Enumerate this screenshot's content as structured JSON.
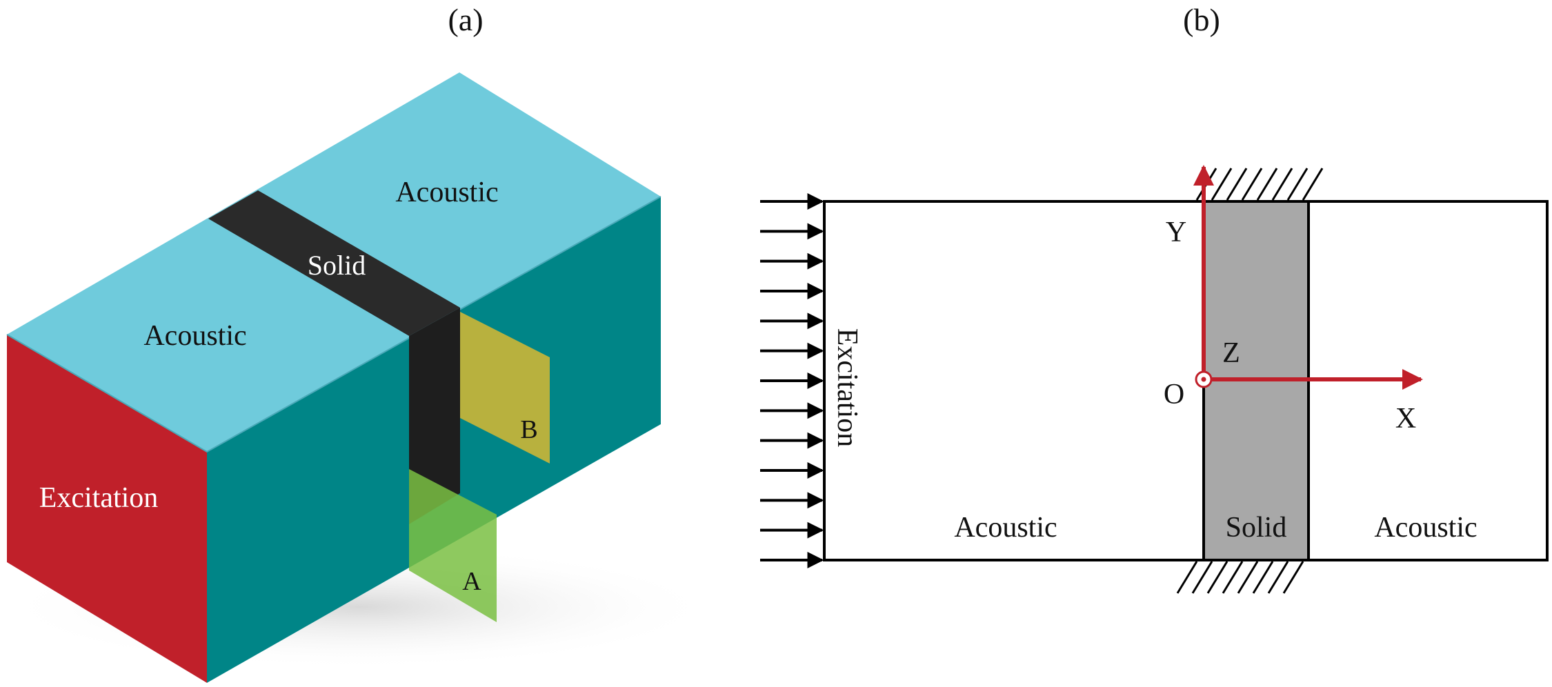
{
  "panel_a": {
    "label": "(a)",
    "acoustic_top_right": "Acoustic",
    "acoustic_top_left": "Acoustic",
    "solid": "Solid",
    "excitation": "Excitation",
    "plane_a": "A",
    "plane_b": "B"
  },
  "panel_b": {
    "label": "(b)",
    "excitation": "Excitation",
    "acoustic_left": "Acoustic",
    "solid": "Solid",
    "acoustic_right": "Acoustic",
    "axis_x": "X",
    "axis_y": "Y",
    "axis_z": "Z",
    "origin": "O"
  },
  "colors": {
    "acoustic_top": "#6fcbdc",
    "acoustic_side": "#008587",
    "excitation_face": "#c0202a",
    "solid_strip": "#2a2a2a",
    "plane_a": "#7ac043",
    "plane_b": "#c2b33a",
    "solid_section": "#a8a8a8",
    "axis_red": "#c0202a"
  }
}
